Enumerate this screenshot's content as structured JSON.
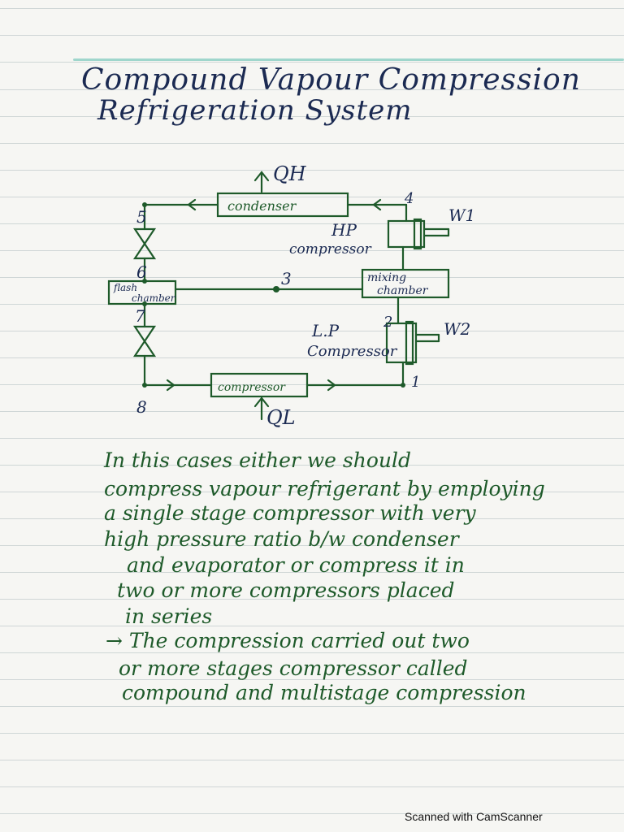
{
  "title": {
    "line1": "Compound Vapour Compression",
    "line2": "Refrigeration System"
  },
  "diagram": {
    "q_h": "QH",
    "q_l": "QL",
    "condenser": "condenser",
    "hp_label": "HP",
    "compressor_label": "compressor",
    "w1": "W1",
    "w2": "W2",
    "mixing_chamber_1": "mixing",
    "mixing_chamber_2": "chamber",
    "flash_chamber_1": "flash",
    "flash_chamber_2": "chamber",
    "lp_label": "L.P",
    "lp_compressor": "Compressor",
    "evaporator": "compressor",
    "points": {
      "p1": "1",
      "p2": "2",
      "p3": "3",
      "p4": "4",
      "p5": "5",
      "p6": "6",
      "p7": "7",
      "p8": "8"
    }
  },
  "paragraph": [
    "In this cases either we should",
    "compress vapour refrigerant by employing",
    "a single stage compressor with very",
    "high pressure ratio b/w condenser",
    "and evaporator or compress it in",
    "two or more compressors placed",
    "in series",
    "→ The compression carried out two",
    "or more stages compressor called",
    "compound and multistage compression"
  ],
  "footer": "Scanned with CamScanner"
}
